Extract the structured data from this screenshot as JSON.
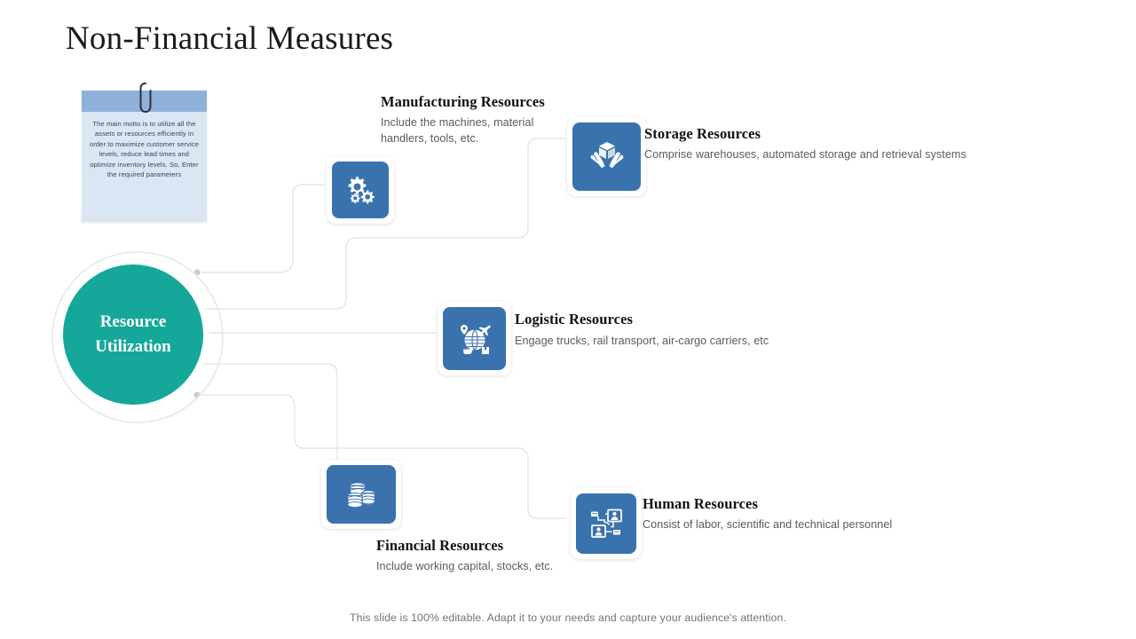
{
  "slide": {
    "title": "Non-Financial Measures",
    "footer": "This slide is 100% editable. Adapt it to your needs and capture your audience's attention."
  },
  "note": {
    "text": "The  main motto is to utilize all the assets or resources efficiently in order to maximize customer service levels, reduce lead times and optimize inventory levels. So, Enter the required  parameters",
    "band_color": "#8fb0da",
    "body_color": "#dbe6f4",
    "clip_icon": "paperclip-icon"
  },
  "hub": {
    "line1": "Resource",
    "line2": "Utilization",
    "color": "#15a89a"
  },
  "theme": {
    "icon_tile_color": "#3a72ae",
    "connector_color": "#e3e6e8",
    "node_dot_color": "#c9cdd1"
  },
  "items": [
    {
      "id": "manufacturing",
      "title": "Manufacturing Resources",
      "desc": "Include the machines, material handlers, tools, etc.",
      "icon": "gears-icon"
    },
    {
      "id": "storage",
      "title": "Storage Resources",
      "desc": "Comprise warehouses, automated storage and retrieval systems",
      "icon": "hands-holding-box-icon"
    },
    {
      "id": "logistic",
      "title": "Logistic Resources",
      "desc": "Engage trucks, rail transport, air-cargo carriers, etc",
      "icon": "global-logistics-icon"
    },
    {
      "id": "financial",
      "title": "Financial Resources",
      "desc": "Include working capital, stocks, etc.",
      "icon": "coin-stacks-icon"
    },
    {
      "id": "human",
      "title": "Human Resources",
      "desc": "Consist of labor, scientific and technical personnel",
      "icon": "people-network-icon"
    }
  ]
}
